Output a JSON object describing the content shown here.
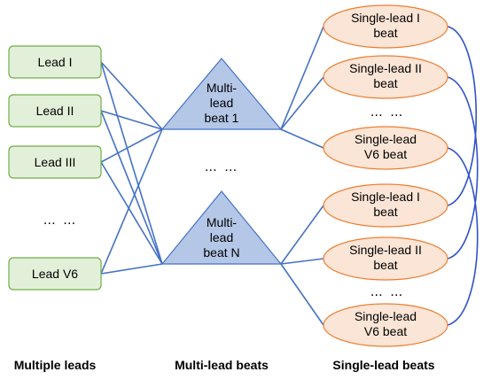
{
  "leads": [
    {
      "label": "Lead I"
    },
    {
      "label": "Lead II"
    },
    {
      "label": "Lead III"
    },
    {
      "label": "Lead V6"
    }
  ],
  "leads_ellipsis": "… …",
  "multi_beats": [
    {
      "lines": [
        "Multi-",
        "lead",
        "beat 1"
      ]
    },
    {
      "lines": [
        "Multi-",
        "lead",
        "beat N"
      ]
    }
  ],
  "multi_ellipsis": "… …",
  "single_beats": [
    {
      "lines": [
        "Single-lead I",
        "beat"
      ]
    },
    {
      "lines": [
        "Single-lead II",
        "beat"
      ]
    },
    {
      "lines": [
        "Single-lead",
        "V6 beat"
      ]
    },
    {
      "lines": [
        "Single-lead I",
        "beat"
      ]
    },
    {
      "lines": [
        "Single-lead II",
        "beat"
      ]
    },
    {
      "lines": [
        "Single-lead",
        "V6 beat"
      ]
    }
  ],
  "single_ellipsis": [
    "… …",
    "… …"
  ],
  "captions": {
    "leads": "Multiple leads",
    "multi": "Multi-lead beats",
    "single": "Single-lead beats"
  },
  "colors": {
    "lead_fill": "#e2f0d9",
    "lead_border": "#70ad47",
    "beat_fill": "#b4c7e7",
    "beat_border": "#4472c4",
    "single_fill": "#fbe5d6",
    "single_border": "#ed7d31",
    "connector": "#4472c4"
  }
}
